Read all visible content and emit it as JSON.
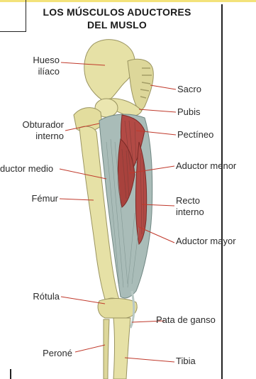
{
  "title": {
    "line1": "LOS MÚSCULOS ADUCTORES",
    "line2": "DEL MUSLO"
  },
  "labels": {
    "hueso_line1": "Hueso",
    "hueso_line2": "ilíaco",
    "sacro": "Sacro",
    "pubis": "Pubis",
    "obturador_line1": "Obturador",
    "obturador_line2": "interno",
    "pectineo": "Pectíneo",
    "aductor_medio": "ductor medio",
    "aductor_menor": "Aductor menor",
    "femur": "Fémur",
    "recto_line1": "Recto",
    "recto_line2": "interno",
    "aductor_mayor": "Aductor mayor",
    "rotula": "Rótula",
    "pata_de_ganso": "Pata de ganso",
    "perone": "Peroné",
    "tibia": "Tibia"
  },
  "colors": {
    "bone": "#e6e1a6",
    "bone_shade": "#b9b27a",
    "muscle": "#b24a45",
    "tendon": "#b8c8c4",
    "leader": "#c0392b"
  }
}
